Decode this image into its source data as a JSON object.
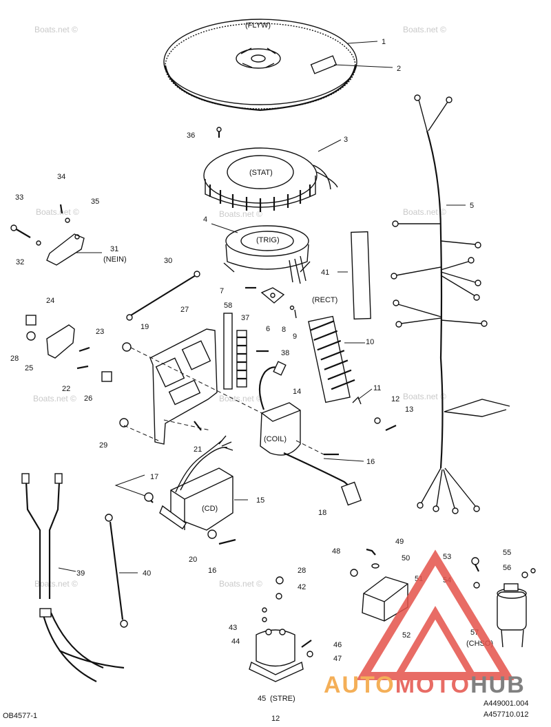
{
  "watermark": "Boats.net ©",
  "components": {
    "flyw": "(FLYW)",
    "stat": "(STAT)",
    "trig": "(TRIG)",
    "rect": "(RECT)",
    "nein": "(NEIN)",
    "coil": "(COIL)",
    "cd": "(CD)",
    "stre": "(STRE)",
    "chso": "(CHSO)"
  },
  "callouts": {
    "n1": "1",
    "n2": "2",
    "n3": "3",
    "n4": "4",
    "n5": "5",
    "n6": "6",
    "n7": "7",
    "n8": "8",
    "n9": "9",
    "n10": "10",
    "n11": "11",
    "n12": "12",
    "n13": "13",
    "n14": "14",
    "n15": "15",
    "n16a": "16",
    "n16b": "16",
    "n17": "17",
    "n18": "18",
    "n19": "19",
    "n20": "20",
    "n21": "21",
    "n22": "22",
    "n23": "23",
    "n24": "24",
    "n25": "25",
    "n26": "26",
    "n27": "27",
    "n28a": "28",
    "n28b": "28",
    "n29": "29",
    "n30": "30",
    "n31": "31",
    "n32": "32",
    "n33": "33",
    "n34": "34",
    "n35": "35",
    "n36": "36",
    "n37": "37",
    "n38": "38",
    "n39": "39",
    "n40": "40",
    "n41": "41",
    "n42": "42",
    "n43": "43",
    "n44": "44",
    "n45": "45",
    "n46": "46",
    "n47": "47",
    "n48": "48",
    "n49": "49",
    "n50": "50",
    "n51": "51",
    "n52": "52",
    "n53": "53",
    "n54": "54",
    "n55": "55",
    "n56": "56",
    "n57": "57",
    "n58": "58"
  },
  "logo": {
    "auto": "AUTO",
    "moto": "MOTO",
    "hub": "HUB",
    "color_orange": "#f3a23c",
    "color_red": "#e5534b",
    "color_gray": "#6b6b6b"
  },
  "footer": {
    "left_code": "OB4577-1",
    "page_number": "12",
    "ref1": "A449001.004",
    "ref2": "A457710.012"
  }
}
